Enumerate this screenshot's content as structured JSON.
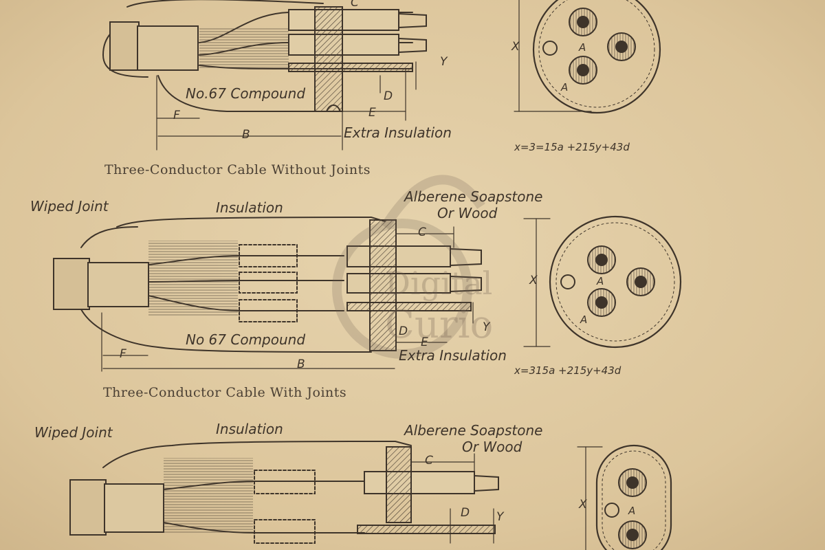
{
  "figures": [
    {
      "caption": "Three-Conductor Cable Without Joints",
      "labels": {
        "compound": "No.67 Compound",
        "extra_insulation": "Extra Insulation",
        "B": "B",
        "C": "C",
        "D": "D",
        "E": "E",
        "F": "F",
        "Y": "Y",
        "X": "X",
        "A1": "A",
        "A2": "A"
      },
      "formula": "x=3=15a +215y+43d"
    },
    {
      "caption": "Three-Conductor Cable With Joints",
      "labels": {
        "wiped_joint": "Wiped Joint",
        "insulation": "Insulation",
        "alberene_1": "Alberene Soapstone",
        "alberene_2": "Or Wood",
        "compound": "No 67 Compound",
        "extra_insulation": "Extra Insulation",
        "B": "B",
        "C": "C",
        "D": "D",
        "E": "E",
        "F": "F",
        "Y": "Y",
        "X": "X",
        "A1": "A",
        "A2": "A"
      },
      "formula": "x=315a +215y+43d"
    },
    {
      "labels": {
        "wiped_joint": "Wiped Joint",
        "insulation": "Insulation",
        "alberene_1": "Alberene Soapstone",
        "alberene_2": "Or Wood",
        "C": "C",
        "D": "D",
        "Y": "Y",
        "X": "X",
        "A": "A"
      }
    }
  ],
  "colors": {
    "paper": "#e3cfa7",
    "ink": "#3e342a",
    "watermark": "#8a7a68"
  },
  "watermark": {
    "line1": "Digital",
    "line2": "Curio"
  }
}
